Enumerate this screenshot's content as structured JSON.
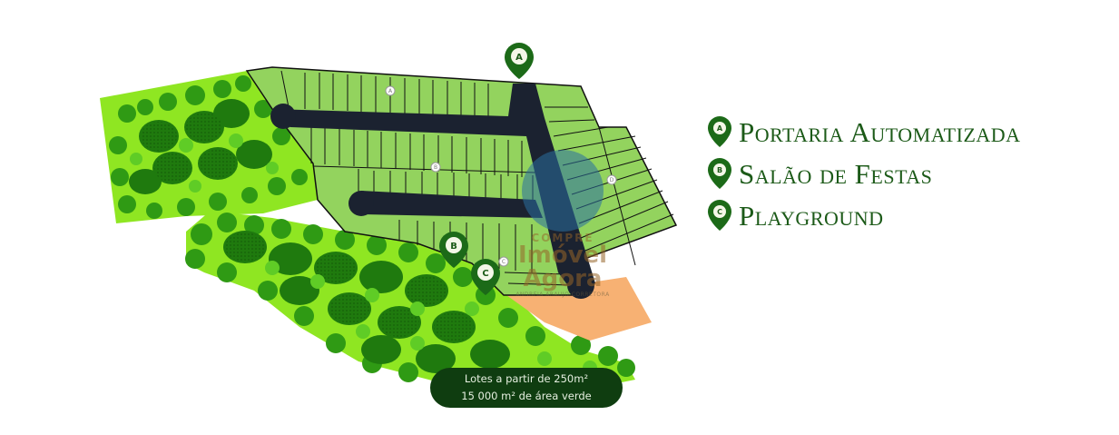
{
  "map": {
    "colors": {
      "lot_fill": "#93d35e",
      "lot_border": "#111111",
      "road": "#1b2230",
      "vegetation_base": "#8fe622",
      "tree_dark": "#1f7a0e",
      "tree_mid": "#3aa81a",
      "tree_light": "#5fcc26",
      "access_area": "#f7b173",
      "pin": "#1c6a18",
      "pin_inner": "#f4f7e8"
    },
    "markers": [
      {
        "id": "A",
        "label": "A"
      },
      {
        "id": "B",
        "label": "B"
      },
      {
        "id": "C",
        "label": "C"
      }
    ],
    "plan_labels": [
      "A",
      "B",
      "C",
      "D"
    ]
  },
  "legend": {
    "items": [
      {
        "marker": "A",
        "label": "Portaria Automatizada"
      },
      {
        "marker": "B",
        "label": "Salão de Festas"
      },
      {
        "marker": "C",
        "label": "Playground"
      }
    ]
  },
  "info": {
    "line1": "Lotes a partir de 250m²",
    "line2": "15 000 m² de área verde"
  },
  "watermark": {
    "top": "COMPRE",
    "brand": "Imóvel Agora",
    "sub": "ANDREIA ARAUJO CORRETORA"
  }
}
